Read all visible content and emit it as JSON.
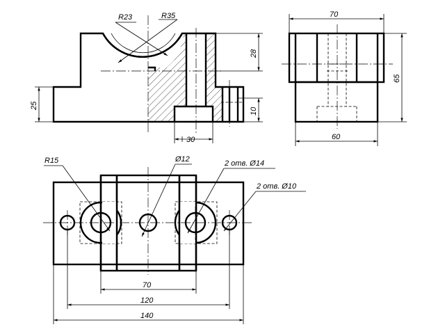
{
  "front_view": {
    "dim_r23": "R23",
    "dim_r35": "R35",
    "dim_height_28": "28",
    "dim_height_25": "25",
    "dim_height_10": "10",
    "dim_width_30": "30"
  },
  "side_view": {
    "dim_width_70": "70",
    "dim_height_65": "65",
    "dim_width_60": "60"
  },
  "top_view": {
    "dim_r15": "R15",
    "dim_d12": "Ø12",
    "dim_holes_14": "2 отв. Ø14",
    "dim_holes_10": "2 отв. Ø10",
    "dim_width_70": "70",
    "dim_width_120": "120",
    "dim_width_140": "140"
  }
}
